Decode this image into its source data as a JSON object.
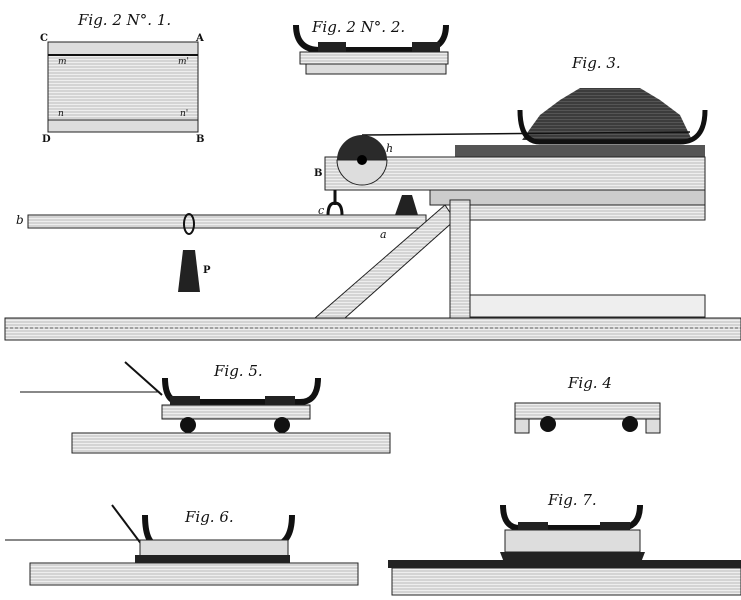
{
  "figures": {
    "fig2_1": {
      "title": "Fig. 2 N°. 1.",
      "letters": {
        "C": "C",
        "A": "A",
        "D": "D",
        "B": "B",
        "m": "m",
        "m2": "m'",
        "n": "n",
        "n2": "n'"
      }
    },
    "fig2_2": {
      "title": "Fig. 2 N°. 2."
    },
    "fig3": {
      "title": "Fig. 3.",
      "letters": {
        "h": "h",
        "B": "B",
        "c": "c",
        "b": "b",
        "a": "a",
        "P": "P"
      }
    },
    "fig4": {
      "title": "Fig. 4"
    },
    "fig5": {
      "title": "Fig. 5."
    },
    "fig6": {
      "title": "Fig. 6."
    },
    "fig7": {
      "title": "Fig. 7."
    }
  },
  "colors": {
    "ink": "#1a1a1a",
    "wood": "#e4e4e4",
    "paper": "#ffffff"
  }
}
